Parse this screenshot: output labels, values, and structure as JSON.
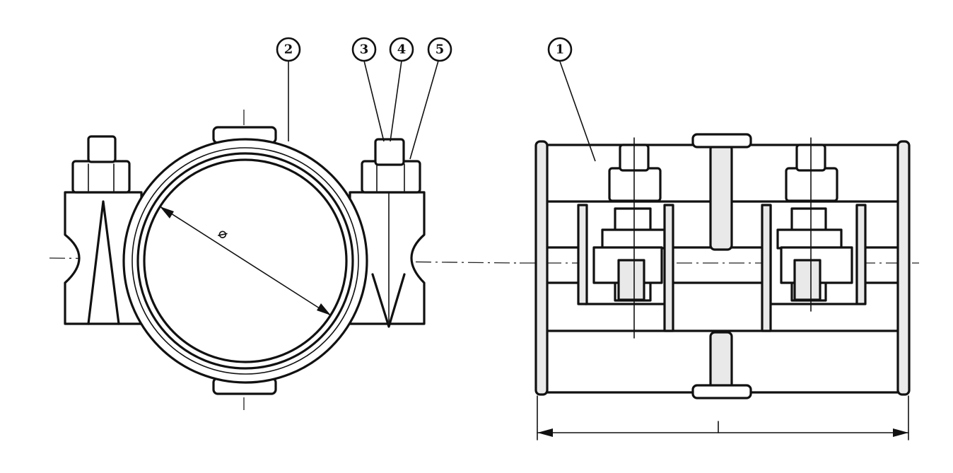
{
  "callouts": [
    {
      "id": "part-2",
      "label": "2"
    },
    {
      "id": "part-3",
      "label": "3"
    },
    {
      "id": "part-4",
      "label": "4"
    },
    {
      "id": "part-5",
      "label": "5"
    },
    {
      "id": "part-1",
      "label": "1"
    }
  ],
  "dimensions": {
    "diameter_symbol": "⌀"
  },
  "colors": {
    "line": "#111111",
    "paper": "#ffffff"
  }
}
